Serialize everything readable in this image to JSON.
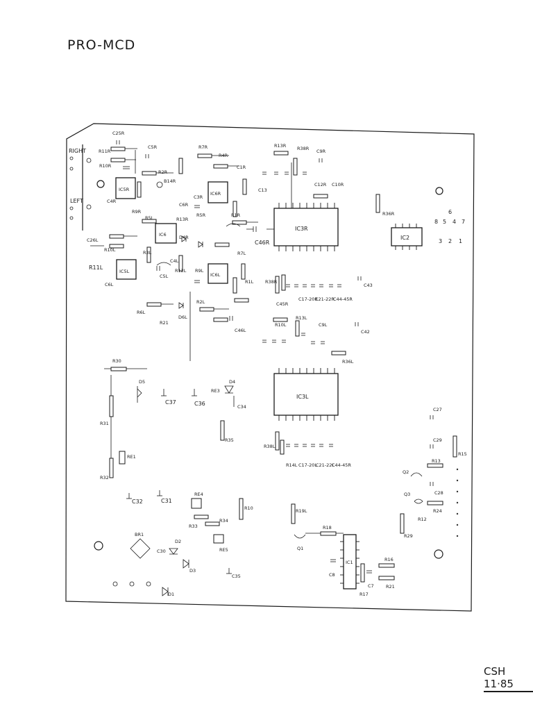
{
  "document": {
    "title": "PRO-MCD",
    "footer": "CSH 11·85"
  },
  "board": {
    "connector_labels": {
      "right": "RIGHT",
      "left": "LEFT"
    },
    "ics": {
      "ic5r": "IC5R",
      "ic6r": "IC6R",
      "ic6": "IC6",
      "ic5l": "IC5L",
      "ic6l": "IC6L",
      "ic3r": "IC3R",
      "ic2": "IC2",
      "ic3l": "IC3L",
      "ic1": "IC1"
    },
    "pin_numbers_top": [
      "8",
      "5",
      "4",
      "7"
    ],
    "pin_number_6": "6",
    "pin_numbers_bottom": [
      "3",
      "2",
      "1"
    ],
    "components": {
      "c25r": "C25R",
      "c5r": "C5R",
      "r7r": "R7R",
      "r4r": "R4R",
      "r11r": "R11R",
      "r10r": "R10R",
      "r2r": "R2R",
      "b14r": "B14R",
      "c3r": "C3R",
      "c4r": "C4R",
      "r9r": "R9R",
      "c6r": "C6R",
      "r5r": "R5R",
      "c1r": "C1R",
      "r1r": "R1R",
      "r13r": "R13R",
      "r38r": "R38R",
      "c9r": "C9R",
      "c12r": "C12R",
      "c10r": "C10R",
      "c13": "C13",
      "r36r": "R36R",
      "c46r": "C46R",
      "c26l": "C26L",
      "r11l": "R11L",
      "r10l": "R10L",
      "c6l": "C6L",
      "r5l": "R5L",
      "c5l": "C5L",
      "r3l": "R3L",
      "r12l": "R12L",
      "d4r": "D4R",
      "c4l": "C4L",
      "r9l": "R9L",
      "r2l": "R2L",
      "r6l": "R6L",
      "r21": "R21",
      "d6l": "D6L",
      "c46l": "C46L",
      "r1l": "R1L",
      "r7l": "R7L",
      "c43": "C43",
      "c42": "C42",
      "r38r_b": "R38R",
      "c45r": "C45R",
      "c17_20r": "C17-20R",
      "c21_22r": "C21-22R",
      "c44_45r": "C44-45R",
      "r10l_b": "R10L",
      "r13l": "R13L",
      "c9l": "C9L",
      "r36l": "R36L",
      "c17_20l": "C17-20L",
      "c21_22l": "C21-22L",
      "c44_45r_b": "C44-45R",
      "r38l": "R38L",
      "r14l": "R14L",
      "r30": "R30",
      "d5": "D5",
      "c37": "C37",
      "c36": "C36",
      "re3": "RE3",
      "d4": "D4",
      "c34": "C34",
      "r31": "R31",
      "r35": "R35",
      "re1": "RE1",
      "r32": "R32",
      "c32": "C32",
      "c31": "C31",
      "re4": "RE4",
      "r33": "R33",
      "r34": "R34",
      "re5": "RE5",
      "r10": "R10",
      "r19l": "R19L",
      "q1": "Q1",
      "r18": "R18",
      "c8": "C8",
      "r17": "R17",
      "c7": "C7",
      "r16": "R16",
      "r21b": "R21",
      "c27": "C27",
      "c29": "C29",
      "r15": "R15",
      "q2": "Q2",
      "r13": "R13",
      "c28": "C28",
      "q3": "Q3",
      "r12": "R12",
      "r24": "R24",
      "r29": "R29",
      "br1": "BR1",
      "c30": "C30",
      "d2": "D2",
      "d3": "D3",
      "c35": "C35",
      "d1": "D1"
    }
  }
}
